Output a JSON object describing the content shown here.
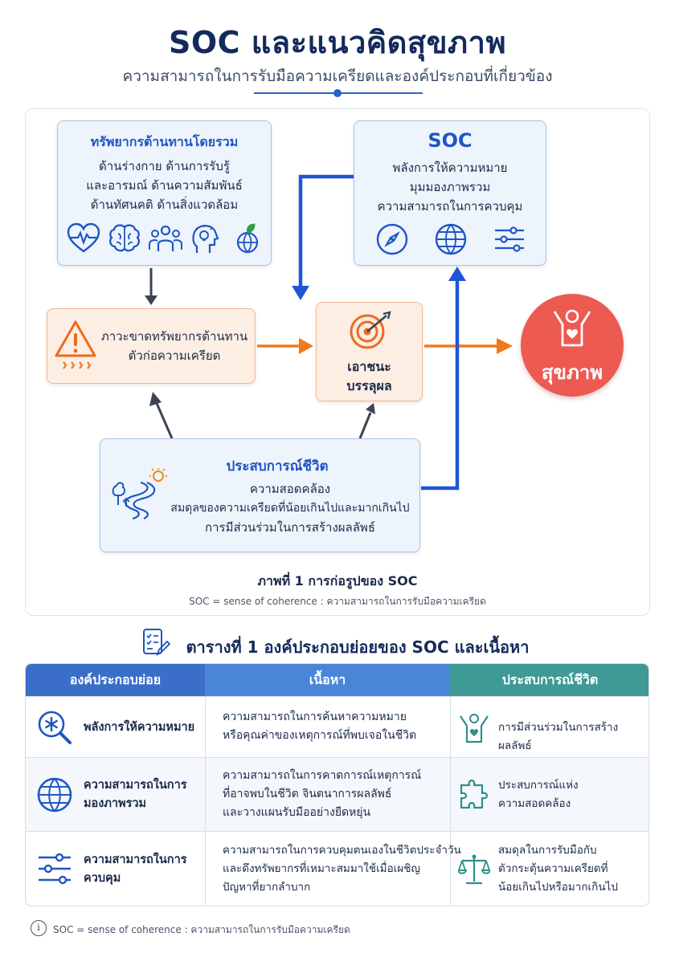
{
  "header": {
    "title": "SOC และแนวคิดสุขภาพ",
    "subtitle": "ความสามารถในการรับมือความเครียดและองค์ประกอบที่เกี่ยวข้อง"
  },
  "diagram": {
    "resources": {
      "title": "ทรัพยากรต้านทานโดยรวม",
      "lines": [
        "ด้านร่างกาย ด้านการรับรู้",
        "และอารมณ์ ด้านความสัมพันธ์",
        "ด้านทัศนคติ ด้านสิ่งแวดล้อม"
      ],
      "icons": [
        "heart-pulse-icon",
        "brain-icon",
        "people-icon",
        "head-idea-icon",
        "globe-leaf-icon"
      ]
    },
    "soc": {
      "title": "SOC",
      "lines": [
        "พลังการให้ความหมาย",
        "มุมมองภาพรวม",
        "ความสามารถในการควบคุม"
      ],
      "icons": [
        "compass-icon",
        "globe-icon",
        "sliders-icon"
      ]
    },
    "stressor": {
      "lines": [
        "ภาวะขาดทรัพยากรต้านทาน",
        "ตัวก่อความเครียด"
      ],
      "icon": "warning-icon"
    },
    "outcome": {
      "lines": [
        "เอาชนะ",
        "บรรลุผล"
      ],
      "icon": "target-icon"
    },
    "health": {
      "label": "สุขภาพ",
      "icon": "happy-person-icon"
    },
    "life": {
      "title": "ประสบการณ์ชีวิต",
      "lines": [
        "ความสอดคล้อง",
        "สมดุลของความเครียดที่น้อยเกินไปและมากเกินไป",
        "การมีส่วนร่วมในการสร้างผลลัพธ์"
      ],
      "icon": "path-journey-icon"
    },
    "caption": "ภาพที่ 1  การก่อรูปของ SOC",
    "note": "SOC = sense of coherence : ความสามารถในการรับมือความเครียด"
  },
  "table": {
    "heading": "ตารางที่ 1  องค์ประกอบย่อยของ SOC และเนื้อหา",
    "heading_icon": "checklist-icon",
    "headers": [
      "องค์ประกอบย่อย",
      "เนื้อหา",
      "ประสบการณ์ชีวิต"
    ],
    "header_colors": [
      "#3b6ec9",
      "#4a86d8",
      "#3f9a96"
    ],
    "rows": [
      {
        "component": [
          "พลังการให้ความหมาย"
        ],
        "component_icon": "search-asterisk-icon",
        "content": [
          "ความสามารถในการค้นหาความหมาย",
          "หรือคุณค่าของเหตุการณ์ที่พบเจอในชีวิต"
        ],
        "experience": [
          "การมีส่วนร่วมในการสร้างผลลัพธ์"
        ],
        "experience_icon": "person-heart-icon"
      },
      {
        "component": [
          "ความสามารถในการ",
          "มองภาพรวม"
        ],
        "component_icon": "globe-icon",
        "content": [
          "ความสามารถในการคาดการณ์เหตุการณ์",
          "ที่อาจพบในชีวิต จินตนาการผลลัพธ์",
          "และวางแผนรับมืออย่างยืดหยุ่น"
        ],
        "experience": [
          "ประสบการณ์แห่ง",
          "ความสอดคล้อง"
        ],
        "experience_icon": "puzzle-icon"
      },
      {
        "component": [
          "ความสามารถในการ",
          "ควบคุม"
        ],
        "component_icon": "sliders-icon",
        "content": [
          "ความสามารถในการควบคุมตนเองในชีวิตประจำวัน",
          "และดึงทรัพยากรที่เหมาะสมมาใช้เมื่อเผชิญ",
          "ปัญหาที่ยากลำบาก"
        ],
        "experience": [
          "สมดุลในการรับมือกับ",
          "ตัวกระตุ้นความเครียดที่",
          "น้อยเกินไปหรือมากเกินไป"
        ],
        "experience_icon": "scale-icon"
      }
    ]
  },
  "footer": {
    "note": "SOC = sense of coherence : ความสามารถในการรับมือความเครียด",
    "icon": "info-icon",
    "icon_glyph": "i"
  }
}
